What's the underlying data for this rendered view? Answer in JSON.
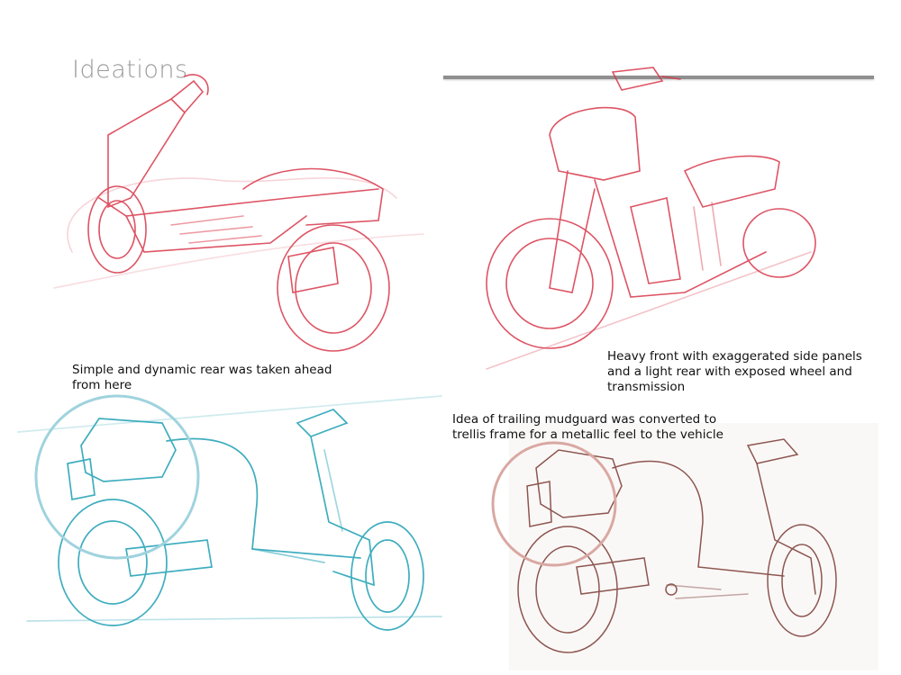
{
  "page": {
    "title": "Ideations"
  },
  "notes": {
    "rear_note": "Simple and dynamic rear was taken ahead\nfrom here",
    "front_note": "Heavy front with exaggerated side panels\n and a light rear with exposed wheel and\ntransmission",
    "mudguard_note": "Idea of trailing mudguard was converted to\ntrellis frame for a metallic feel to the vehicle"
  },
  "colors": {
    "red_pencil": "#d8374a",
    "blue_pencil": "#2aa5b8",
    "brown_pencil": "#7a3a34",
    "blue_circle": "#9fd3de",
    "brown_circle": "#d9a8a2",
    "title_gray": "#9b9b9b"
  }
}
